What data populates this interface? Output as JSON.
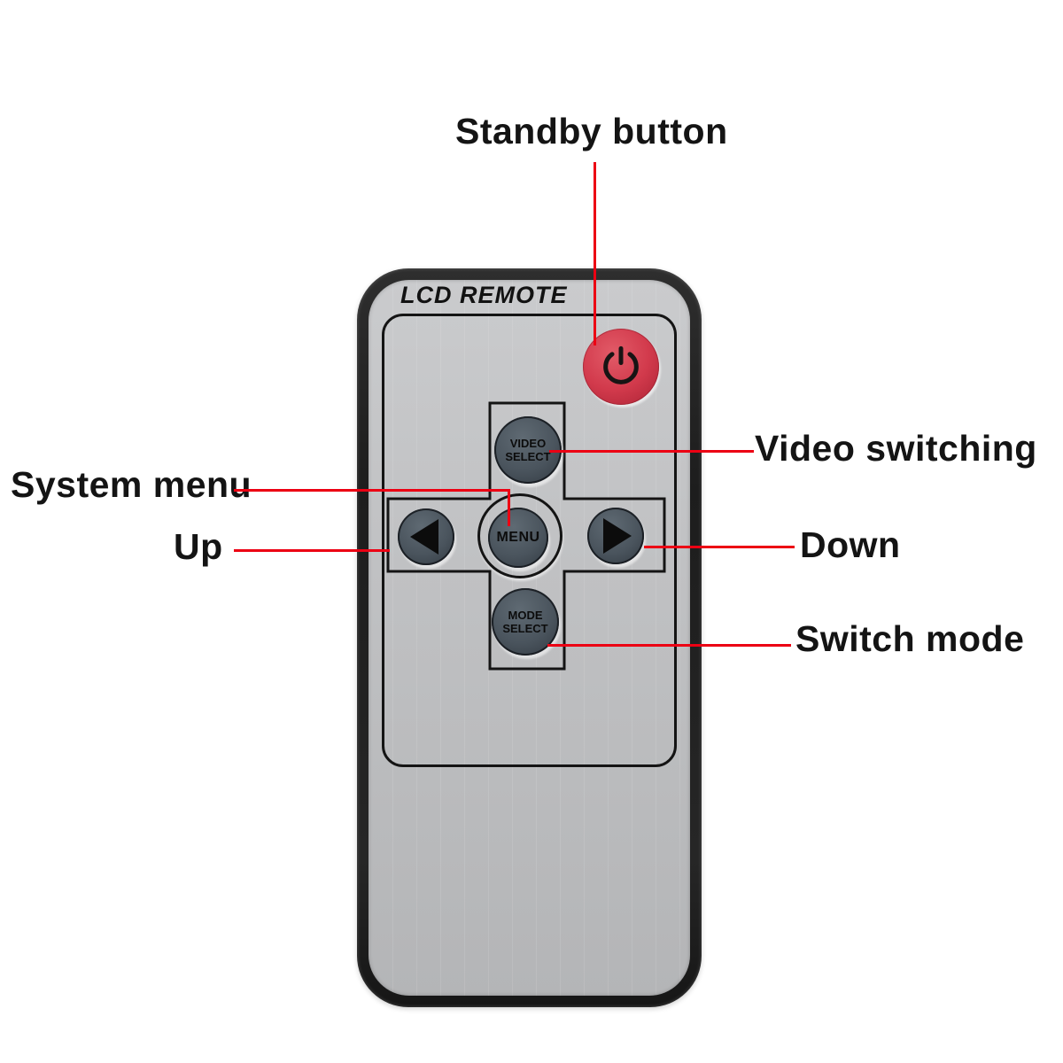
{
  "annotations": {
    "standby": {
      "label": "Standby button"
    },
    "video_switching": {
      "label": "Video switching"
    },
    "system_menu": {
      "label": "System menu"
    },
    "up": {
      "label": "Up"
    },
    "down": {
      "label": "Down"
    },
    "switch_mode": {
      "label": "Switch mode"
    }
  },
  "remote": {
    "brand": "LCD REMOTE",
    "buttons": {
      "power": {
        "icon": "power-icon"
      },
      "video_select": {
        "line1": "VIDEO",
        "line2": "SELECT"
      },
      "menu": {
        "label": "MENU"
      },
      "left": {
        "icon": "left-triangle-icon"
      },
      "right": {
        "icon": "right-triangle-icon"
      },
      "mode_select": {
        "line1": "MODE",
        "line2": "SELECT"
      }
    }
  },
  "colors": {
    "leader_line_red": "#ec0013",
    "power_button_red": "#d23a4c",
    "button_gray": "#4a545d",
    "face_gray": "#c0c1c3",
    "body_black": "#222222",
    "annotation_text": "#141414"
  }
}
